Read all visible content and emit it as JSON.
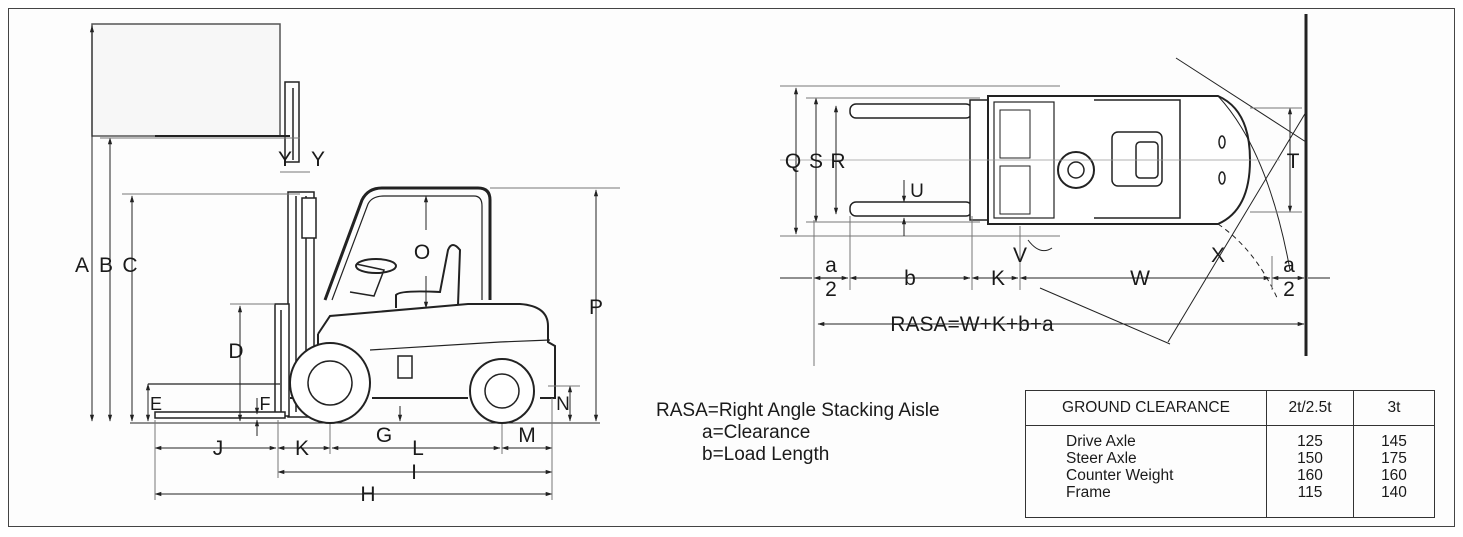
{
  "side_view": {
    "labels": {
      "A": "A",
      "B": "B",
      "C": "C",
      "D": "D",
      "E": "E",
      "F": "F",
      "G": "G",
      "H": "H",
      "I": "I",
      "J": "J",
      "K": "K",
      "L": "L",
      "M": "M",
      "N": "N",
      "O": "O",
      "P": "P",
      "Y1": "Y",
      "Y2": "Y"
    }
  },
  "top_view": {
    "labels": {
      "Q": "Q",
      "S": "S",
      "R": "R",
      "U": "U",
      "T": "T",
      "V": "V",
      "X": "X",
      "a_left_num": "a",
      "a_left_den": "2",
      "b": "b",
      "K": "K",
      "W": "W",
      "a_right_num": "a",
      "a_right_den": "2",
      "rasa_formula": "RASA=W+K+b+a"
    }
  },
  "legend": {
    "line1": "RASA=Right Angle Stacking Aisle",
    "line2": "a=Clearance",
    "line3": "b=Load Length"
  },
  "ground_clearance_table": {
    "header": {
      "label": "GROUND CLEARANCE",
      "col1": "2t/2.5t",
      "col2": "3t"
    },
    "rows": [
      {
        "label": "Drive Axle",
        "col1": "125",
        "col2": "145"
      },
      {
        "label": "Steer Axle",
        "col1": "150",
        "col2": "175"
      },
      {
        "label": "Counter Weight",
        "col1": "160",
        "col2": "160"
      },
      {
        "label": "Frame",
        "col1": "115",
        "col2": "140"
      }
    ]
  }
}
